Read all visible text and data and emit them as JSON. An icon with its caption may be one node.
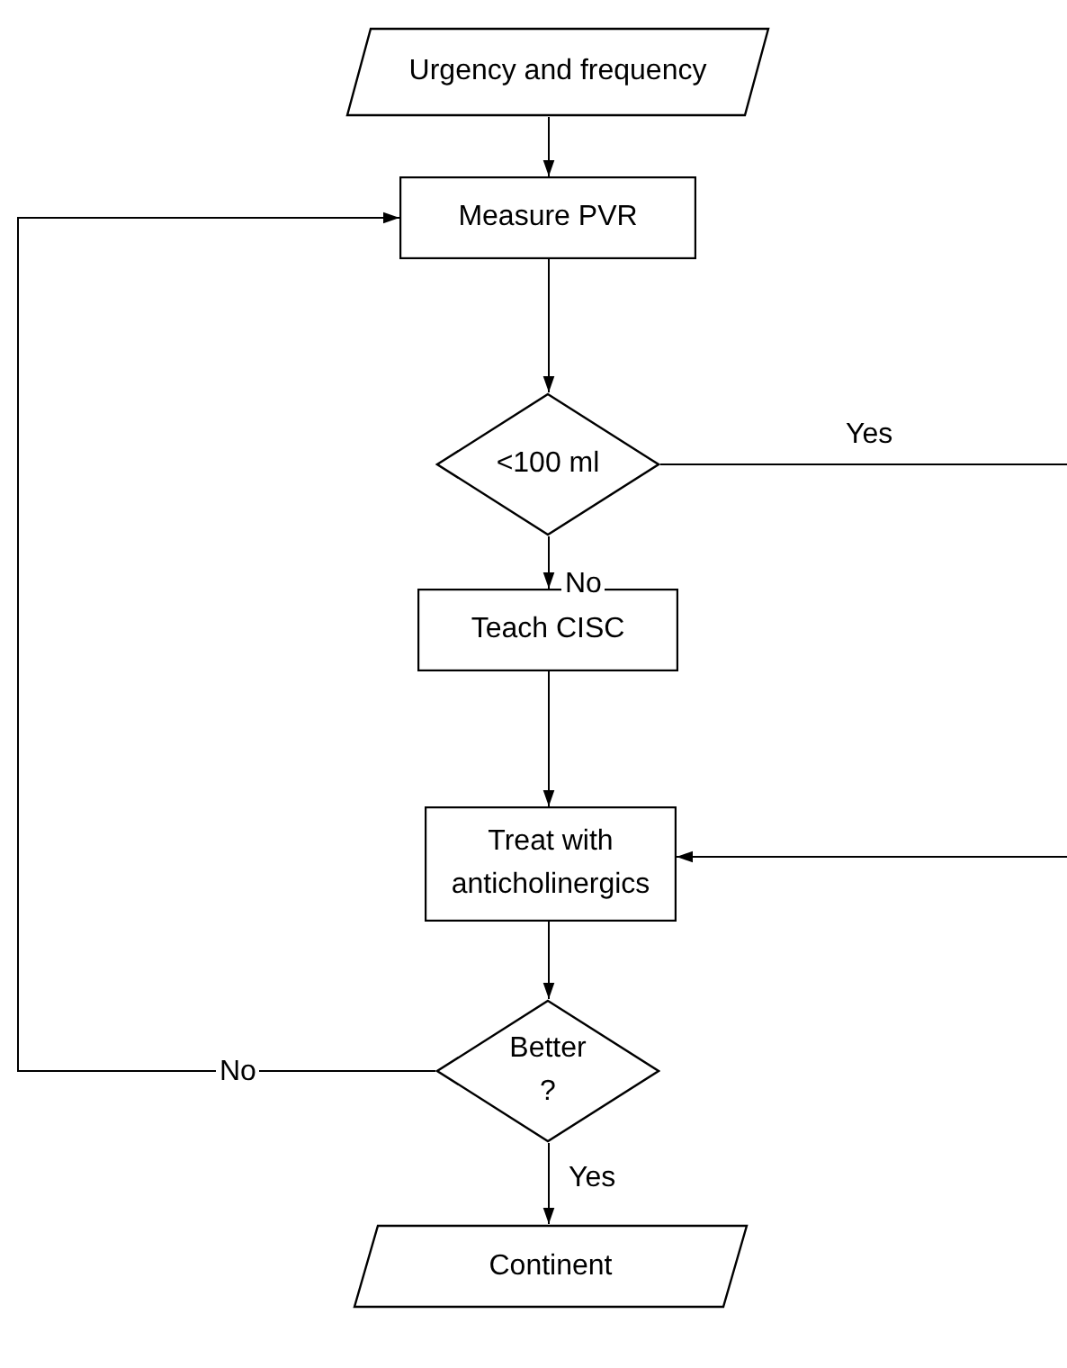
{
  "diagram": {
    "nodes": [
      {
        "text": [
          "Urgency and frequency"
        ]
      },
      {
        "text": [
          "Measure PVR"
        ]
      },
      {
        "text": [
          "<100 ml"
        ]
      },
      {
        "text": [
          "Teach CISC"
        ]
      },
      {
        "text": [
          "Treat with anticholinergics"
        ]
      },
      {
        "text": [
          "Better ?"
        ]
      },
      {
        "text": [
          "Continent"
        ]
      }
    ],
    "edges": [
      {
        "from": 0,
        "to": 1,
        "arrow": "to"
      },
      {
        "from": 1,
        "to": 2,
        "arrow": "to"
      },
      {
        "from": 2,
        "to": null,
        "arrow": "none",
        "label": "Yes"
      },
      {
        "from": 2,
        "to": 3,
        "arrow": "to",
        "label": "No"
      },
      {
        "from": 3,
        "to": 4,
        "arrow": "to"
      },
      {
        "from": null,
        "to": 4,
        "arrow": "to"
      },
      {
        "from": 4,
        "to": 5,
        "arrow": "to"
      },
      {
        "from": 5,
        "to": 1,
        "arrow": "to",
        "label": "No"
      },
      {
        "from": 5,
        "to": 6,
        "arrow": "to",
        "label": "Yes"
      }
    ]
  }
}
